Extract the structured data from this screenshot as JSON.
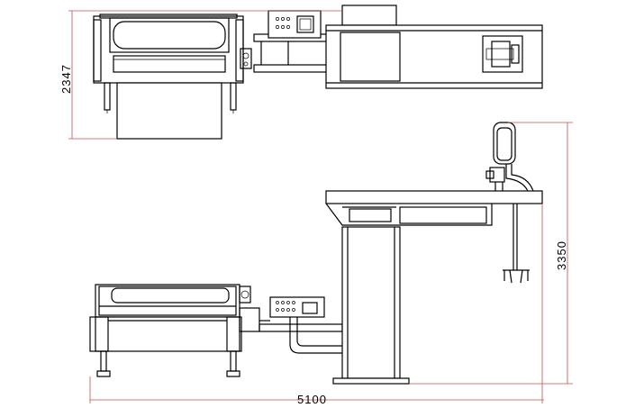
{
  "dimensions": {
    "top_view_depth": "2347",
    "side_view_height": "3350",
    "overall_length": "5100"
  },
  "colors": {
    "line": "#000000",
    "dimension_line": "#c0504d",
    "background": "#ffffff"
  }
}
